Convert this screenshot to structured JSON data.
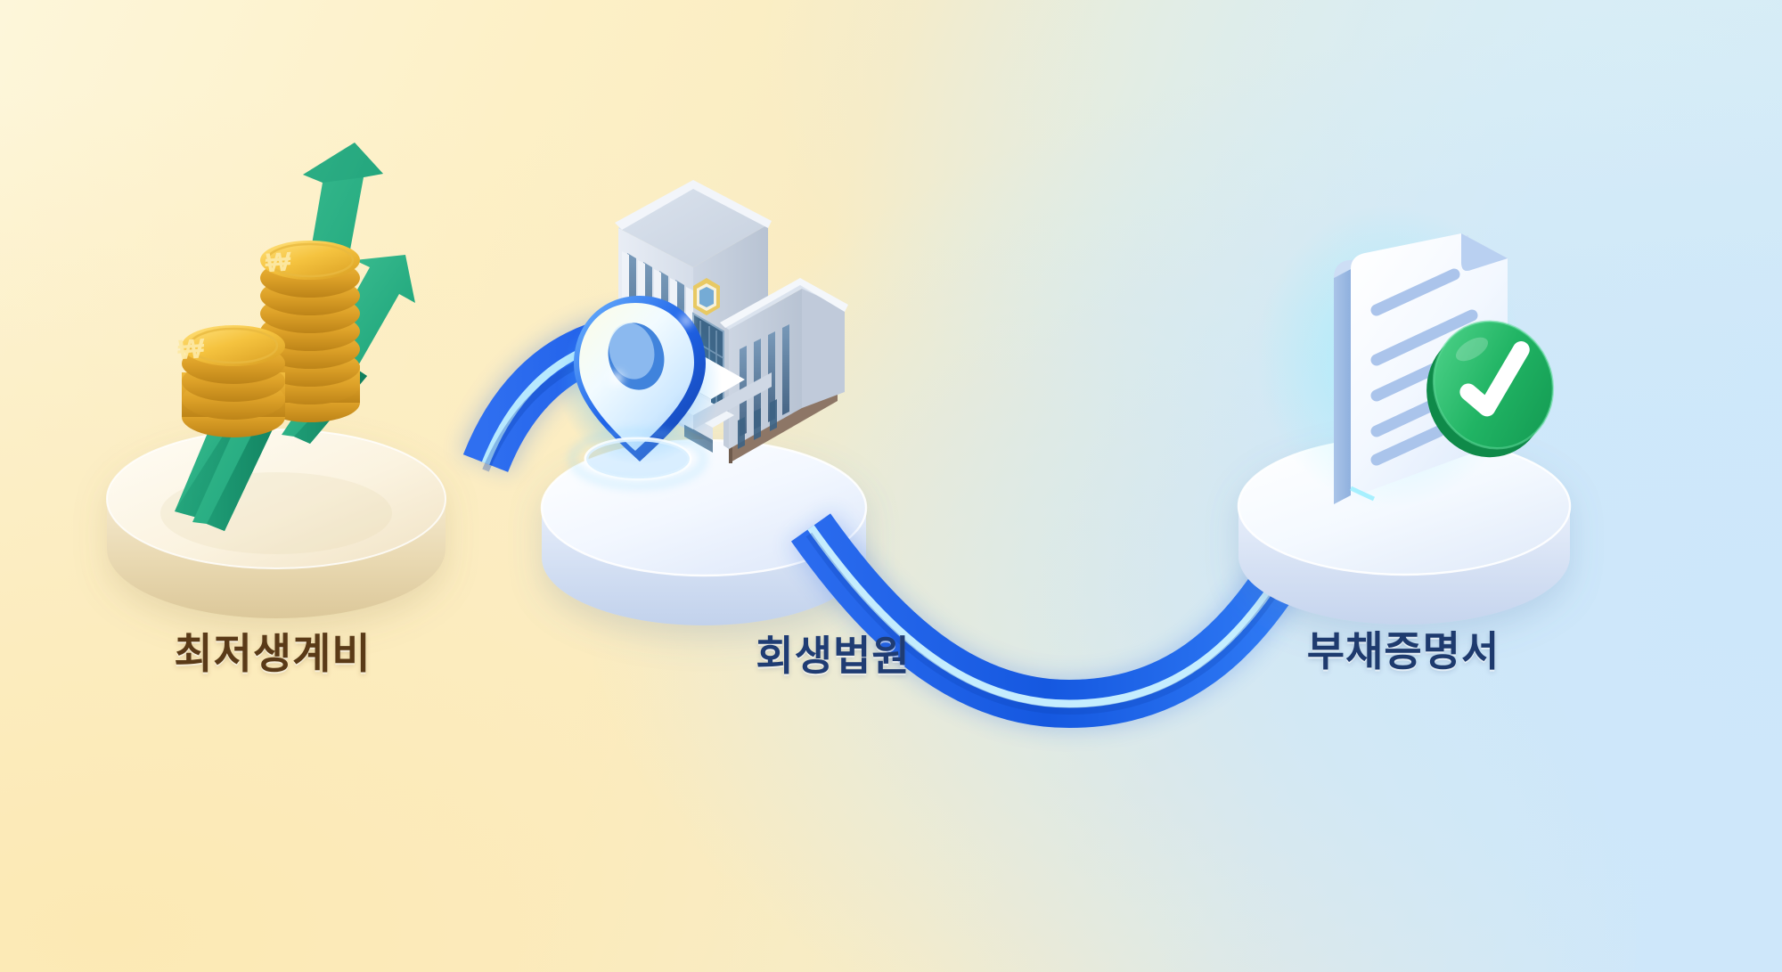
{
  "scene": {
    "kind": "isometric-3d-process-illustration",
    "step_count": 3,
    "background": {
      "corner_top_left": "#fdf6da",
      "corner_top_right": "#d8eef6",
      "corner_bottom_left": "#fce9b4",
      "corner_bottom_right": "#cfe7fa"
    }
  },
  "steps": [
    {
      "index": 1,
      "label": "최저생계비",
      "label_color": "#5a3a17",
      "pedestal_top_color": "#fdf8ec",
      "pedestal_side_color": "#e6d7b4",
      "icons": [
        "coin-stack-icon",
        "coin-stack-icon",
        "growth-arrow-icon",
        "growth-arrow-icon",
        "growth-arrow-icon"
      ],
      "currency_symbol": "₩",
      "accent_color": "#2fae84"
    },
    {
      "index": 2,
      "label": "회생법원",
      "label_color": "#1f3c73",
      "pedestal_top_color": "#f4f8ff",
      "pedestal_side_color": "#ccd9ee",
      "icons": [
        "courthouse-building-icon",
        "map-pin-icon",
        "court-emblem-icon"
      ],
      "accent_color": "#1f63e8"
    },
    {
      "index": 3,
      "label": "부채증명서",
      "label_color": "#1e3a6e",
      "pedestal_top_color": "#f6faff",
      "pedestal_side_color": "#cfdcf0",
      "icons": [
        "document-icon",
        "check-circle-icon"
      ],
      "document_lines": 5,
      "accent_color": "#22b563"
    }
  ],
  "connectors": [
    {
      "name": "connector-step1-to-step2",
      "from": "최저생계비",
      "to": "회생법원",
      "shape": "arc-over",
      "color": "#1f63e8",
      "highlight_color": "#bff0ff"
    },
    {
      "name": "connector-step2-to-step3",
      "from": "회생법원",
      "to": "부채증명서",
      "shape": "arc-under",
      "color": "#1f63e8",
      "highlight_color": "#cdf4ff"
    }
  ]
}
